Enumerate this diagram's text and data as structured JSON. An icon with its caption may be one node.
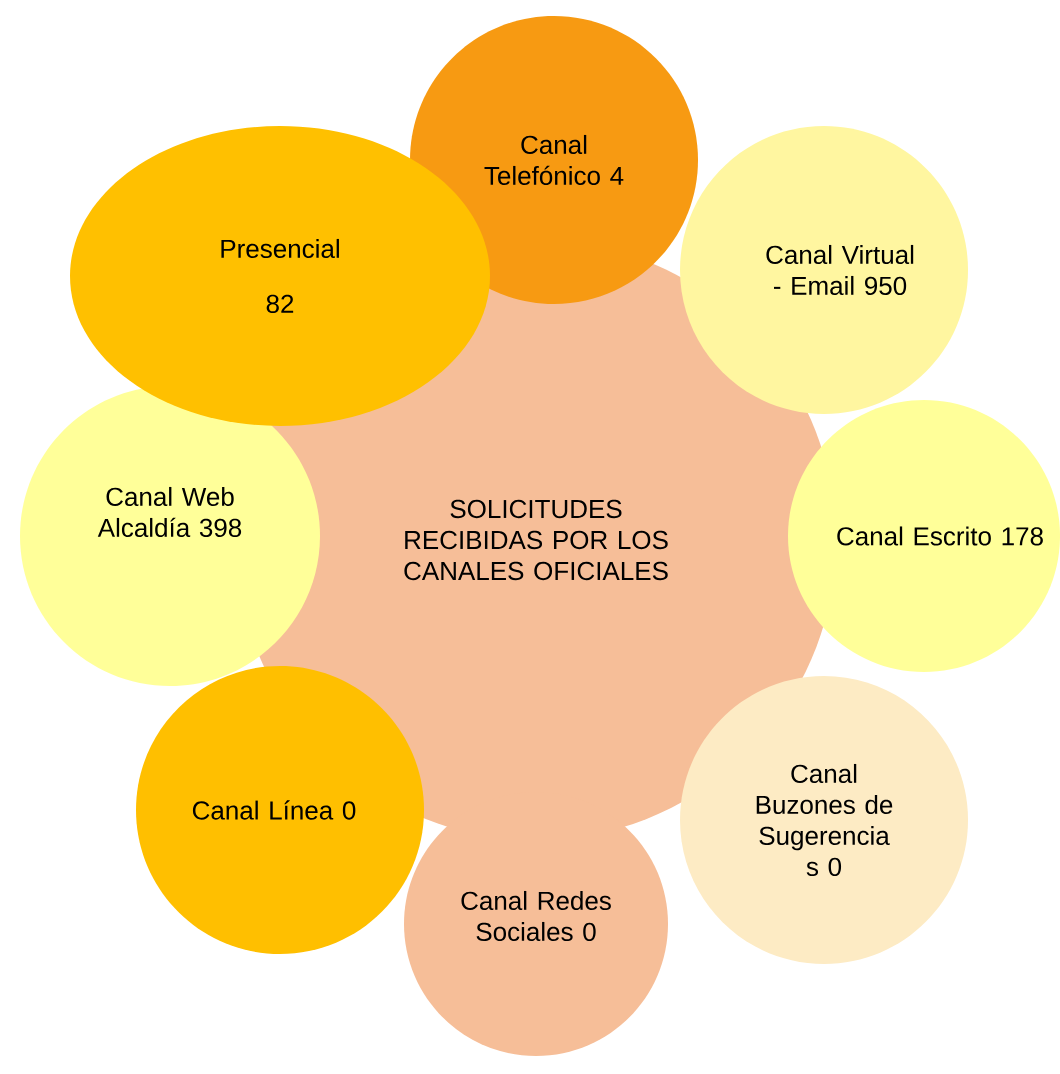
{
  "diagram": {
    "nodes": [
      {
        "text": [
          "SOLICITUDES RECIBIDAS POR LOS CANALES OFICIALES"
        ]
      },
      {
        "text": [
          "Canal Telefónico 4"
        ]
      },
      {
        "text": [
          "Canal Virtual - Email 950"
        ]
      },
      {
        "text": [
          "Canal Escrito 178"
        ]
      },
      {
        "text": [
          "Canal Buzones de Sugerencia s 0"
        ]
      },
      {
        "text": [
          "Canal Redes Sociales  0"
        ]
      },
      {
        "text": [
          "Canal Línea 0"
        ]
      },
      {
        "text": [
          "Canal Web Alcaldía 398"
        ]
      },
      {
        "text": [
          "Presencial",
          "82"
        ]
      }
    ]
  }
}
